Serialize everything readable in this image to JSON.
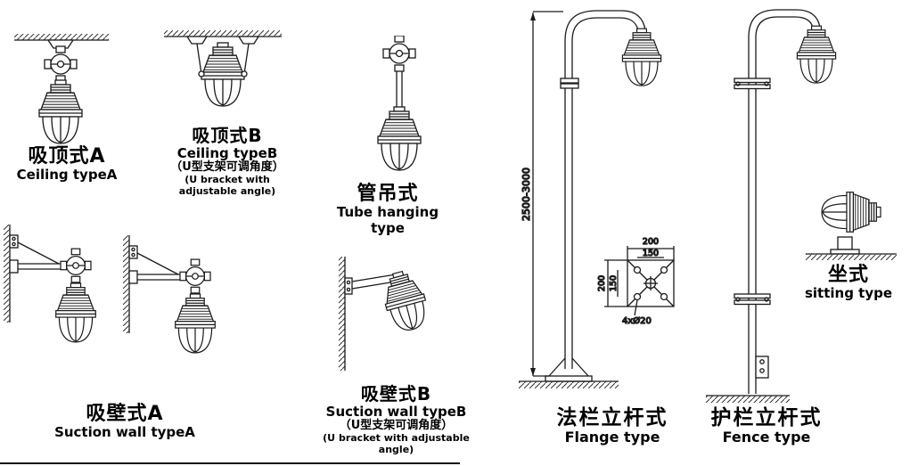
{
  "labels": {
    "ceiling_a": {
      "zh": "吸顶式A",
      "en": "Ceiling typeA"
    },
    "ceiling_b": {
      "zh": "吸顶式B",
      "en": "Ceiling typeB",
      "note_zh": "（U型支架可调角度）",
      "note_en": "(U bracket with adjustable angle)"
    },
    "tube": {
      "zh": "管吊式",
      "en": "Tube hanging type"
    },
    "wall_a": {
      "zh": "吸壁式A",
      "en": "Suction wall typeA"
    },
    "wall_b": {
      "zh": "吸壁式B",
      "en": "Suction wall typeB",
      "note_zh": "（U型支架可调角度）",
      "note_en": "(U bracket with adjustable angle)"
    },
    "sitting": {
      "zh": "坐式",
      "en": "sitting type"
    },
    "flange": {
      "zh": "法栏立杆式",
      "en": "Flange type"
    },
    "fence": {
      "zh": "护栏立杆式",
      "en": "Fence type"
    }
  },
  "dimensions": {
    "pole_height": "2500-3000",
    "flange_outer_top": "200",
    "flange_inner_top": "150",
    "flange_outer_left": "200",
    "flange_inner_left": "150",
    "bolt_holes": "4xØ20"
  },
  "colors": {
    "line": "#1a1a1a",
    "background": "#ffffff"
  }
}
